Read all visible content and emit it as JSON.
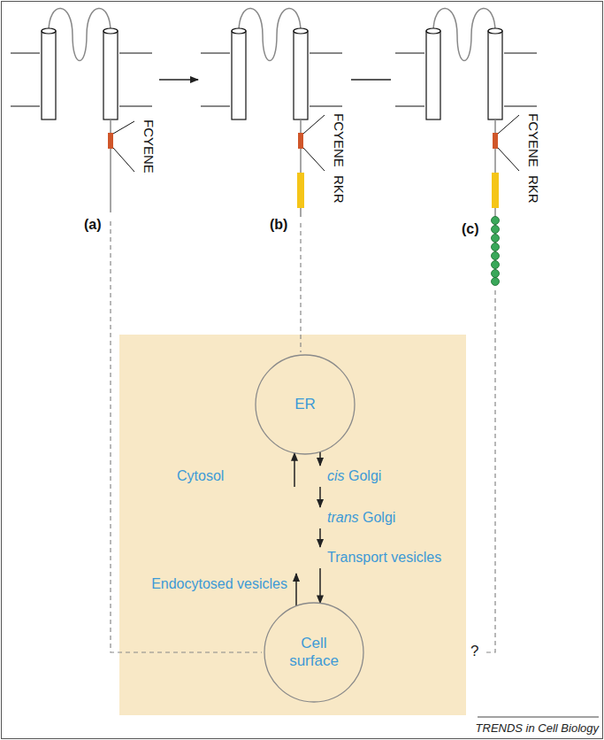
{
  "diagram": {
    "nodes": [
      {
        "text": [
          "ER"
        ]
      },
      {
        "text": [
          "Cytosol"
        ]
      },
      {
        "text": [
          "cis Golgi"
        ]
      },
      {
        "text": [
          "trans Golgi"
        ]
      },
      {
        "text": [
          "Transport vesicles"
        ]
      },
      {
        "text": [
          "Endocytosed vesicles"
        ]
      },
      {
        "text": [
          "Cell surface"
        ]
      }
    ],
    "edges": [
      {
        "from": 1,
        "to": 0,
        "arrow": "to"
      },
      {
        "from": 0,
        "to": 2,
        "arrow": "to"
      },
      {
        "from": 2,
        "to": 3,
        "arrow": "to"
      },
      {
        "from": 3,
        "to": 4,
        "arrow": "to"
      },
      {
        "from": 4,
        "to": 6,
        "arrow": "to"
      },
      {
        "from": 6,
        "to": 5,
        "arrow": "to"
      }
    ],
    "labels": [
      "FCYENE",
      "FCYENE",
      "RKR",
      "FCYENE",
      "RKR",
      "(a)",
      "(b)",
      "(c)",
      "?",
      "TRENDS in Cell Biology"
    ]
  }
}
